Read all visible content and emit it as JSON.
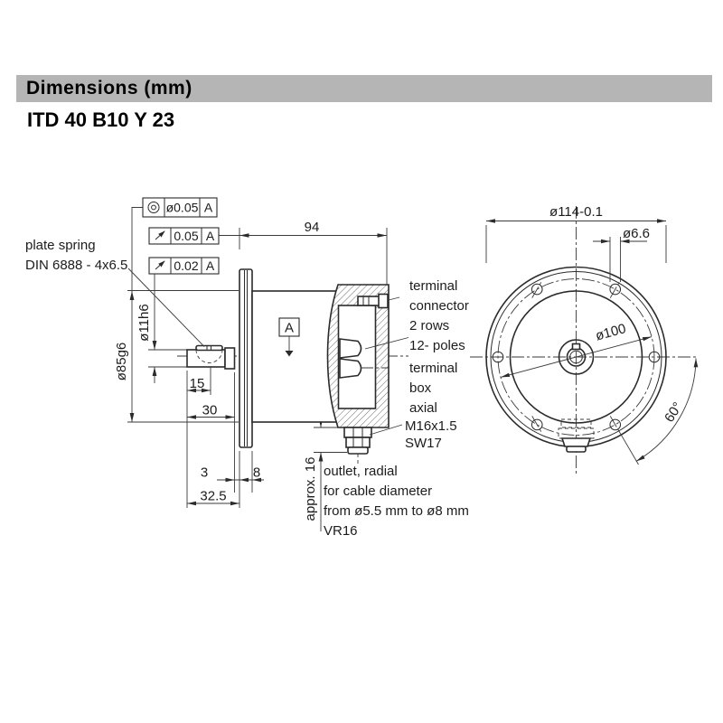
{
  "header": {
    "section_title": "Dimensions  (mm)"
  },
  "model": "ITD 40 B10 Y 23",
  "tolerance_frames": [
    {
      "symbol_name": "concentricity",
      "value": "ø0.05",
      "datum": "A"
    },
    {
      "symbol_name": "circular-runout",
      "value": "0.05",
      "datum": "A"
    },
    {
      "symbol_name": "circular-runout",
      "value": "0.02",
      "datum": "A"
    }
  ],
  "side_view": {
    "plate_spring_label": [
      "plate spring",
      "DIN 6888 - 4x6.5"
    ],
    "shaft_dia": "ø11h6",
    "flange_dia": "ø85g6",
    "datum_label": "A",
    "dim_94": "94",
    "dim_15": "15",
    "dim_30": "30",
    "dim_3": "3",
    "dim_8": "8",
    "dim_32_5": "32.5",
    "approx_16": "approx. 16",
    "connector_label": [
      "terminal",
      "connector",
      "2 rows",
      "12- poles"
    ],
    "box_label": [
      "terminal",
      "box",
      "axial"
    ],
    "gland_label": [
      "M16x1.5",
      "SW17"
    ],
    "outlet_label": [
      "outlet, radial",
      "for cable diameter",
      "from ø5.5 mm to ø8 mm",
      "VR16"
    ]
  },
  "front_view": {
    "dim_outer": "ø114-0.1",
    "dim_hole": "ø6.6",
    "dim_bolt_circle": "ø100",
    "dim_angle": "60°"
  }
}
